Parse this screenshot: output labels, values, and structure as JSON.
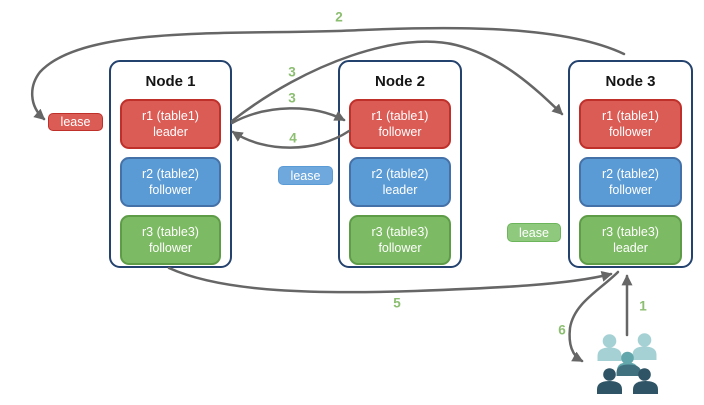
{
  "nodes": [
    {
      "title": "Node 1",
      "replicas": [
        {
          "name": "r1 (table1)",
          "role": "leader",
          "color": "red"
        },
        {
          "name": "r2 (table2)",
          "role": "follower",
          "color": "blue"
        },
        {
          "name": "r3 (table3)",
          "role": "follower",
          "color": "green"
        }
      ]
    },
    {
      "title": "Node 2",
      "replicas": [
        {
          "name": "r1 (table1)",
          "role": "follower",
          "color": "red"
        },
        {
          "name": "r2 (table2)",
          "role": "leader",
          "color": "blue"
        },
        {
          "name": "r3 (table3)",
          "role": "follower",
          "color": "green"
        }
      ]
    },
    {
      "title": "Node 3",
      "replicas": [
        {
          "name": "r1 (table1)",
          "role": "follower",
          "color": "red"
        },
        {
          "name": "r2 (table2)",
          "role": "follower",
          "color": "blue"
        },
        {
          "name": "r3 (table3)",
          "role": "leader",
          "color": "green"
        }
      ]
    }
  ],
  "leases": {
    "red": {
      "label": "lease"
    },
    "blue": {
      "label": "lease"
    },
    "green": {
      "label": "lease"
    }
  },
  "arrow_labels": {
    "step1": "1",
    "step2": "2",
    "step3a": "3",
    "step3b": "3",
    "step4": "4",
    "step5": "5",
    "step6": "6"
  },
  "icons": {
    "users": "users-group-icon"
  },
  "colors": {
    "replica_red_fill": "#DB5B55",
    "replica_red_border": "#C0302B",
    "replica_blue_fill": "#5B9BD5",
    "replica_blue_border": "#4472A8",
    "replica_green_fill": "#7CBA63",
    "replica_green_border": "#5E9C48",
    "lease_blue_fill": "#6FA8DC",
    "lease_green_fill": "#8FC97E",
    "node_border": "#24426E",
    "arrow_gray": "#666666",
    "label_green": "#8CBE71",
    "people_light_teal": "#A5D1D4",
    "people_medium_teal": "#62A7AC",
    "people_slate_teal": "#41707E",
    "people_dark_slate": "#2E5465"
  }
}
